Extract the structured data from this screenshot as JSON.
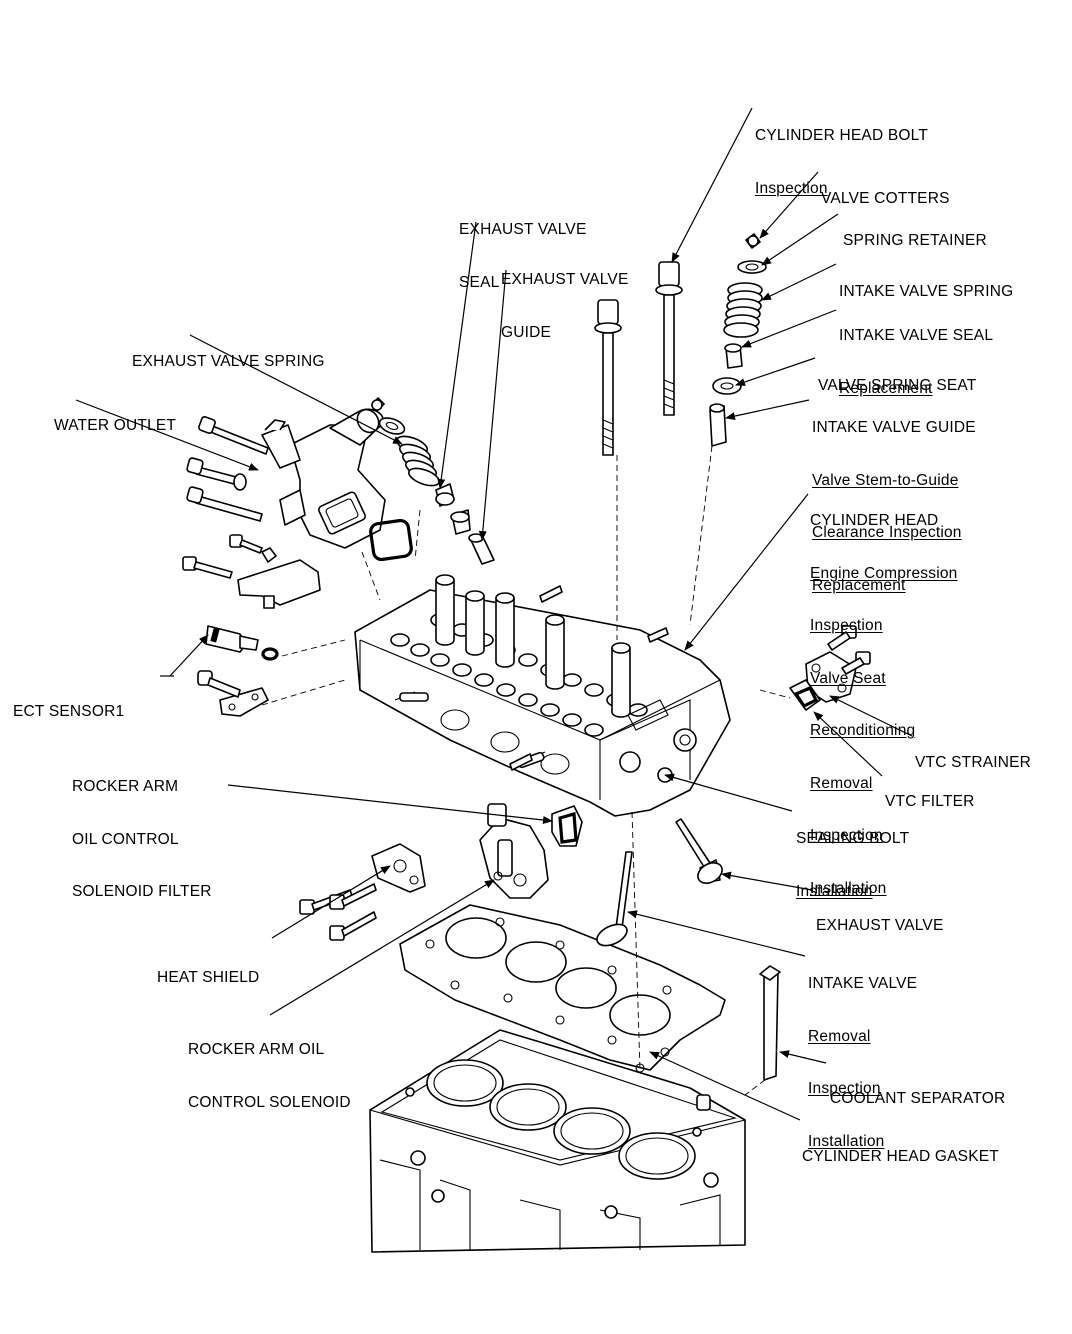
{
  "labels": {
    "cylinder_head_bolt": {
      "title": "CYLINDER HEAD BOLT",
      "links": [
        "Inspection"
      ]
    },
    "valve_cotters": {
      "title": "VALVE COTTERS"
    },
    "spring_retainer": {
      "title": "SPRING RETAINER"
    },
    "intake_valve_spring": {
      "title": "INTAKE VALVE SPRING"
    },
    "intake_valve_seal": {
      "title": "INTAKE VALVE SEAL",
      "links": [
        "Replacement"
      ]
    },
    "valve_spring_seat": {
      "title": "VALVE SPRING SEAT"
    },
    "intake_valve_guide": {
      "title": "INTAKE VALVE GUIDE",
      "links": [
        "Valve Stem-to-Guide",
        "Clearance Inspection",
        "Replacement"
      ]
    },
    "cylinder_head": {
      "title": "CYLINDER HEAD",
      "links": [
        "Engine Compression",
        "Inspection",
        "Valve Seat",
        "Reconditioning",
        "Removal",
        "Inspection",
        "Installation"
      ]
    },
    "exhaust_valve_seal": {
      "lines": [
        "EXHAUST VALVE",
        "SEAL"
      ]
    },
    "exhaust_valve_guide": {
      "lines": [
        "EXHAUST VALVE",
        "GUIDE"
      ]
    },
    "exhaust_valve_spring": {
      "title": "EXHAUST VALVE SPRING"
    },
    "water_outlet": {
      "title": "WATER OUTLET"
    },
    "ect_sensor": {
      "title": "ECT SENSOR1"
    },
    "rocker_filter": {
      "lines": [
        "ROCKER ARM",
        "OIL CONTROL",
        "SOLENOID FILTER"
      ]
    },
    "vtc_strainer": {
      "title": "VTC STRAINER"
    },
    "vtc_filter": {
      "title": "VTC FILTER"
    },
    "sealing_bolt": {
      "title": "SEALING BOLT",
      "links": [
        "Installation"
      ]
    },
    "exhaust_valve": {
      "title": "EXHAUST VALVE"
    },
    "heat_shield": {
      "title": "HEAT SHIELD"
    },
    "intake_valve": {
      "title": "INTAKE VALVE",
      "links": [
        "Removal",
        "Inspection",
        "Installation"
      ]
    },
    "rocker_solenoid": {
      "lines": [
        "ROCKER ARM OIL",
        "CONTROL SOLENOID"
      ]
    },
    "coolant_separator": {
      "title": "COOLANT SEPARATOR"
    },
    "cylinder_head_gasket": {
      "title": "CYLINDER HEAD GASKET"
    }
  }
}
